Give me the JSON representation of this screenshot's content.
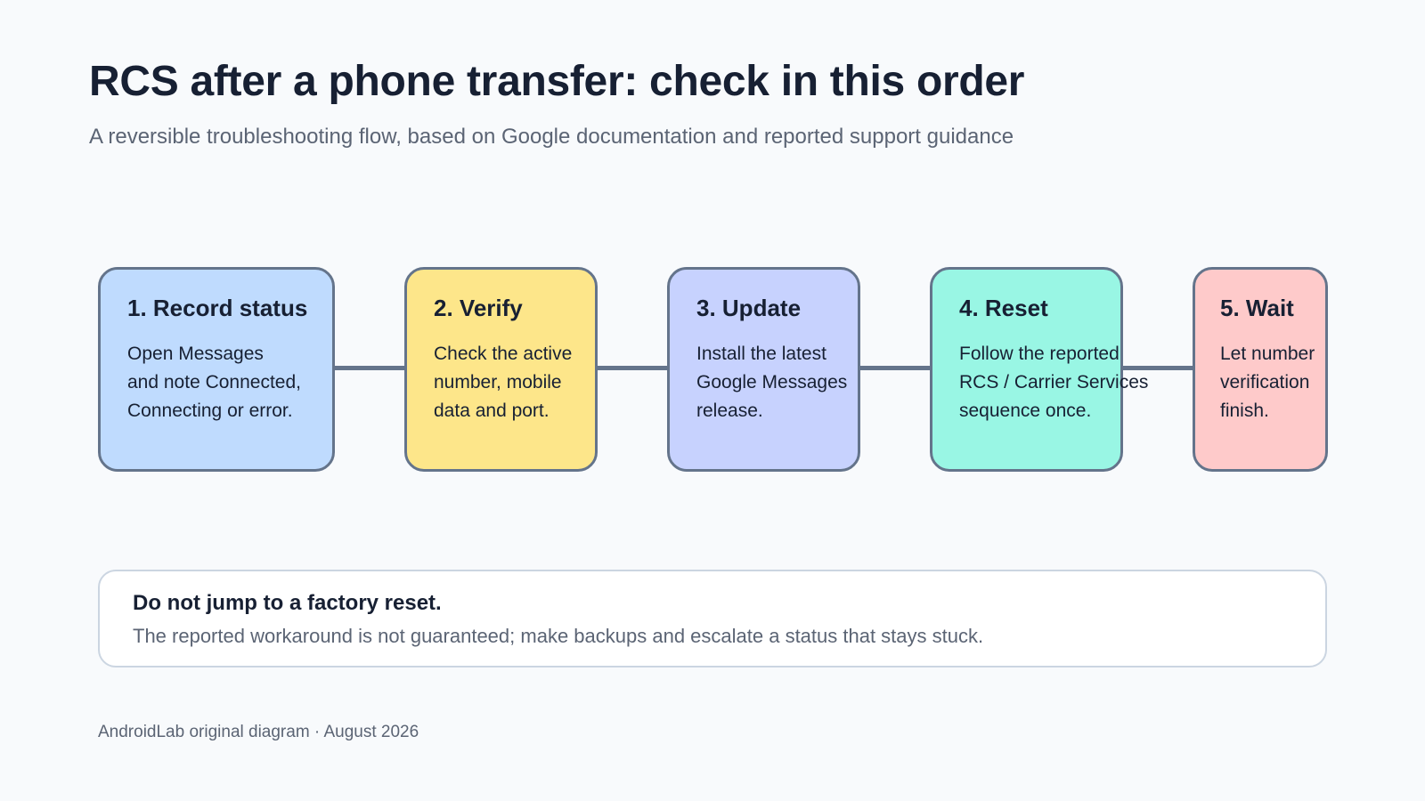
{
  "header": {
    "title": "RCS after a phone transfer: check in this order",
    "subtitle": "A reversible troubleshooting flow, based on Google documentation and reported support guidance"
  },
  "steps": [
    {
      "title": "1. Record status",
      "lines": [
        "Open Messages",
        "and note Connected,",
        "Connecting or error."
      ],
      "color": "#bfdbfe"
    },
    {
      "title": "2. Verify",
      "lines": [
        "Check the active",
        "number, mobile",
        "data and port."
      ],
      "color": "#fde68a"
    },
    {
      "title": "3. Update",
      "lines": [
        "Install the latest",
        "Google Messages",
        "release."
      ],
      "color": "#c7d2fe"
    },
    {
      "title": "4. Reset",
      "lines": [
        "Follow the reported",
        "RCS / Carrier Services",
        "sequence once."
      ],
      "color": "#99f6e4"
    },
    {
      "title": "5. Wait",
      "lines": [
        "Let number",
        "verification",
        "finish."
      ],
      "color": "#fecaca"
    }
  ],
  "note": {
    "title": "Do not jump to a factory reset.",
    "body": "The reported workaround is not guaranteed; make backups and escalate a status that stays stuck."
  },
  "footer": {
    "credit": "AndroidLab original diagram · August 2026"
  },
  "colors": {
    "connector": "#64748b",
    "border": "#64748b",
    "title_text": "#172033",
    "muted_text": "#5b6474"
  }
}
